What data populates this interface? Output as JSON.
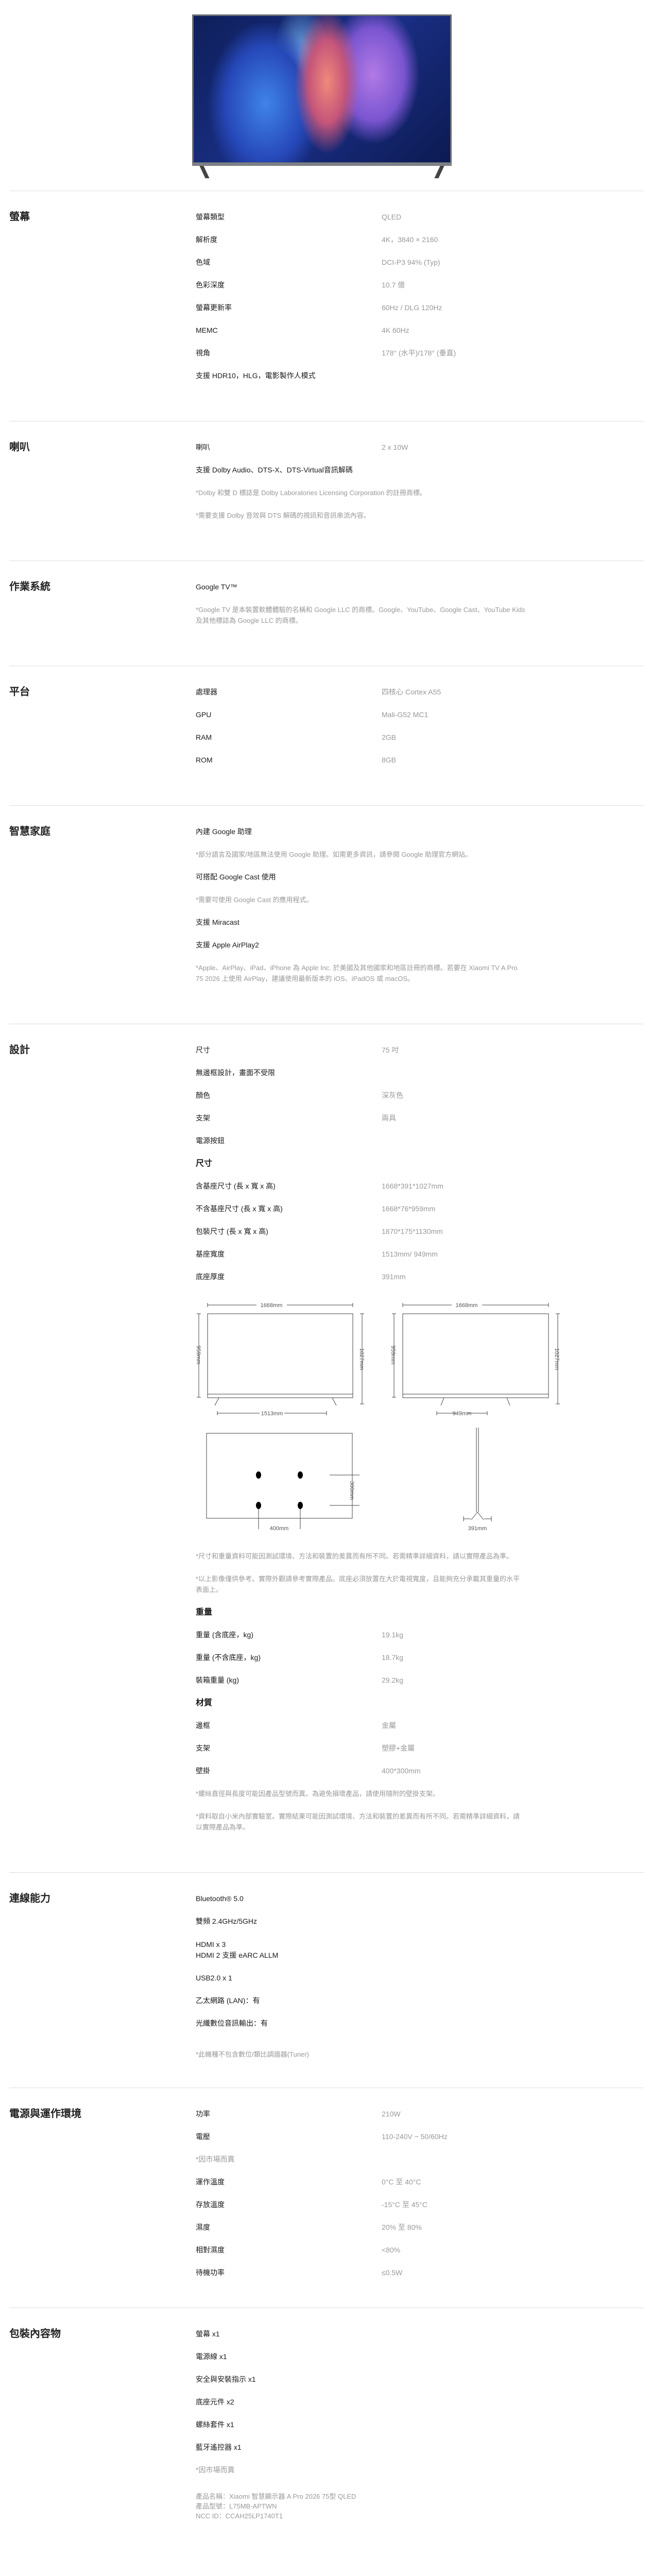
{
  "display": {
    "title": "螢幕",
    "rows": [
      {
        "label": "螢幕類型",
        "value": "QLED"
      },
      {
        "label": "解析度",
        "value": "4K，3840 × 2160"
      },
      {
        "label": "色域",
        "value": "DCI-P3 94% (Typ)"
      },
      {
        "label": "色彩深度",
        "value": "10.7 億"
      },
      {
        "label": "螢幕更新率",
        "value": "60Hz / DLG 120Hz"
      },
      {
        "label": "MEMC",
        "value": "4K 60Hz"
      },
      {
        "label": "視角",
        "value": "178° (水平)/178° (垂直)"
      }
    ],
    "feature": "支援 HDR10，HLG，電影製作人模式"
  },
  "speaker": {
    "title": "喇叭",
    "label": "喇叭",
    "value": "2 x 10W",
    "feature": "支援 Dolby Audio、DTS-X、DTS-Virtual音訊解碼",
    "notes": [
      "*Dolby 和雙 D 標誌是 Dolby Laboratories Licensing Corporation 的註冊商標。",
      "*需要支援 Dolby 音效與 DTS 解碼的視訊和音訊串流內容。"
    ]
  },
  "os": {
    "title": "作業系統",
    "value": "Google TV™",
    "note": "*Google TV 是本裝置軟體體驗的名稱和 Google LLC 的商標。Google、YouTube、Google Cast、YouTube Kids 及其他標誌為 Google LLC 的商標。"
  },
  "platform": {
    "title": "平台",
    "rows": [
      {
        "label": "處理器",
        "value": "四核心 Cortex A55"
      },
      {
        "label": "GPU",
        "value": "Mali-G52 MC1"
      },
      {
        "label": "RAM",
        "value": "2GB"
      },
      {
        "label": "ROM",
        "value": "8GB"
      }
    ]
  },
  "smart": {
    "title": "智慧家庭",
    "assistant": "內建 Google 助理",
    "assistant_note": "*部分語言及國家/地區無法使用 Google 助理。如需更多資訊，請參閱 Google 助理官方網站。",
    "cast": "可搭配 Google Cast 使用",
    "cast_note": "*需要可使用 Google Cast 的應用程式。",
    "miracast": "支援 Miracast",
    "airplay": "支援 Apple AirPlay2",
    "airplay_note": "*Apple、AirPlay、iPad、iPhone 為 Apple Inc. 於美國及其他國家和地區註冊的商標。若要在 Xiaomi TV A Pro 75 2026 上使用 AirPlay，建議使用最新版本的 iOS、iPadOS 或 macOS。"
  },
  "design": {
    "title": "設計",
    "rows": [
      {
        "label": "尺寸",
        "value": "75 吋"
      },
      {
        "label": "無邊框設計，畫面不受限",
        "value": ""
      },
      {
        "label": "顏色",
        "value": "深灰色"
      },
      {
        "label": "支架",
        "value": "兩具"
      },
      {
        "label": "電源按鈕",
        "value": ""
      }
    ],
    "dim_heading": "尺寸",
    "dims": [
      {
        "label": "含基座尺寸 (長 x 寬 x 高)",
        "value": "1668*391*1027mm"
      },
      {
        "label": "不含基座尺寸 (長 x 寬 x 高)",
        "value": "1668*76*959mm"
      },
      {
        "label": "包裝尺寸 (長 x 寬 x 高)",
        "value": "1870*175*1130mm"
      },
      {
        "label": "基座寬度",
        "value": "1513mm/ 949mm"
      },
      {
        "label": "底座厚度",
        "value": "391mm"
      }
    ],
    "diagram": {
      "width": "1668mm",
      "height_no_stand": "959mm",
      "height_stand": "1027mm",
      "stand_wide": "1513mm",
      "stand_narrow": "949mm",
      "vesa_h": "400mm",
      "vesa_v": "300mm",
      "depth": "391mm"
    },
    "dim_notes": [
      "*尺寸和重量資料可能因測試環境、方法和裝置的差異而有所不同。若需精準詳細資料，請以實際產品為準。",
      "*以上影像僅供參考。實際外觀請參考實際產品。底座必須放置在大於電視寬度，且能夠充分承載其重量的水平表面上。"
    ],
    "weight_heading": "重量",
    "weights": [
      {
        "label": "重量 (含底座，kg)",
        "value": "19.1kg"
      },
      {
        "label": "重量 (不含底座，kg)",
        "value": "18.7kg"
      },
      {
        "label": "裝箱重量 (kg)",
        "value": "29.2kg"
      }
    ],
    "material_heading": "材質",
    "materials": [
      {
        "label": "邊框",
        "value": "金屬"
      },
      {
        "label": "支架",
        "value": "塑膠+金屬"
      },
      {
        "label": "壁掛",
        "value": "400*300mm"
      }
    ],
    "notes": [
      "*螺絲直徑與長度可能因產品型號而異。為避免損壞產品，請使用隨附的壁掛支架。",
      "*資料取自小米內部實驗室。實際結果可能因測試環境、方法和裝置的差異而有所不同。若需精準詳細資料，請以實際產品為準。"
    ]
  },
  "connectivity": {
    "title": "連線能力",
    "items": [
      "Bluetooth® 5.0",
      "雙頻 2.4GHz/5GHz",
      "HDMI x 3",
      "HDMI 2 支援 eARC ALLM",
      "USB2.0 x 1",
      "乙太網路 (LAN)：有",
      "光纖數位音訊輸出：有"
    ],
    "note": "*此機種不包含數位/類比調諧器(Tuner)"
  },
  "power": {
    "title": "電源與運作環境",
    "rows": [
      {
        "label": "功率",
        "value": "210W"
      },
      {
        "label": "電壓",
        "value": "110-240V ~ 50/60Hz"
      }
    ],
    "note": "*因市場而異",
    "rows2": [
      {
        "label": "運作溫度",
        "value": "0°C 至 40°C"
      },
      {
        "label": "存放溫度",
        "value": "-15°C 至 45°C"
      },
      {
        "label": "濕度",
        "value": "20% 至 80%"
      },
      {
        "label": "相對濕度",
        "value": "<80%"
      },
      {
        "label": "待機功率",
        "value": "≤0.5W"
      }
    ]
  },
  "package": {
    "title": "包裝內容物",
    "items": [
      "螢幕 x1",
      "電源線 x1",
      "安全與安裝指示 x1",
      "底座元件 x2",
      "螺絲套件 x1",
      "藍牙遙控器 x1"
    ],
    "note": "*因市場而異",
    "footer": [
      "產品名稱：Xiaomi 智慧顯示器 A Pro 2026 75型 QLED",
      "產品型號：L75MB-APTWN",
      "NCC ID：CCAH25LP1740T1"
    ]
  }
}
